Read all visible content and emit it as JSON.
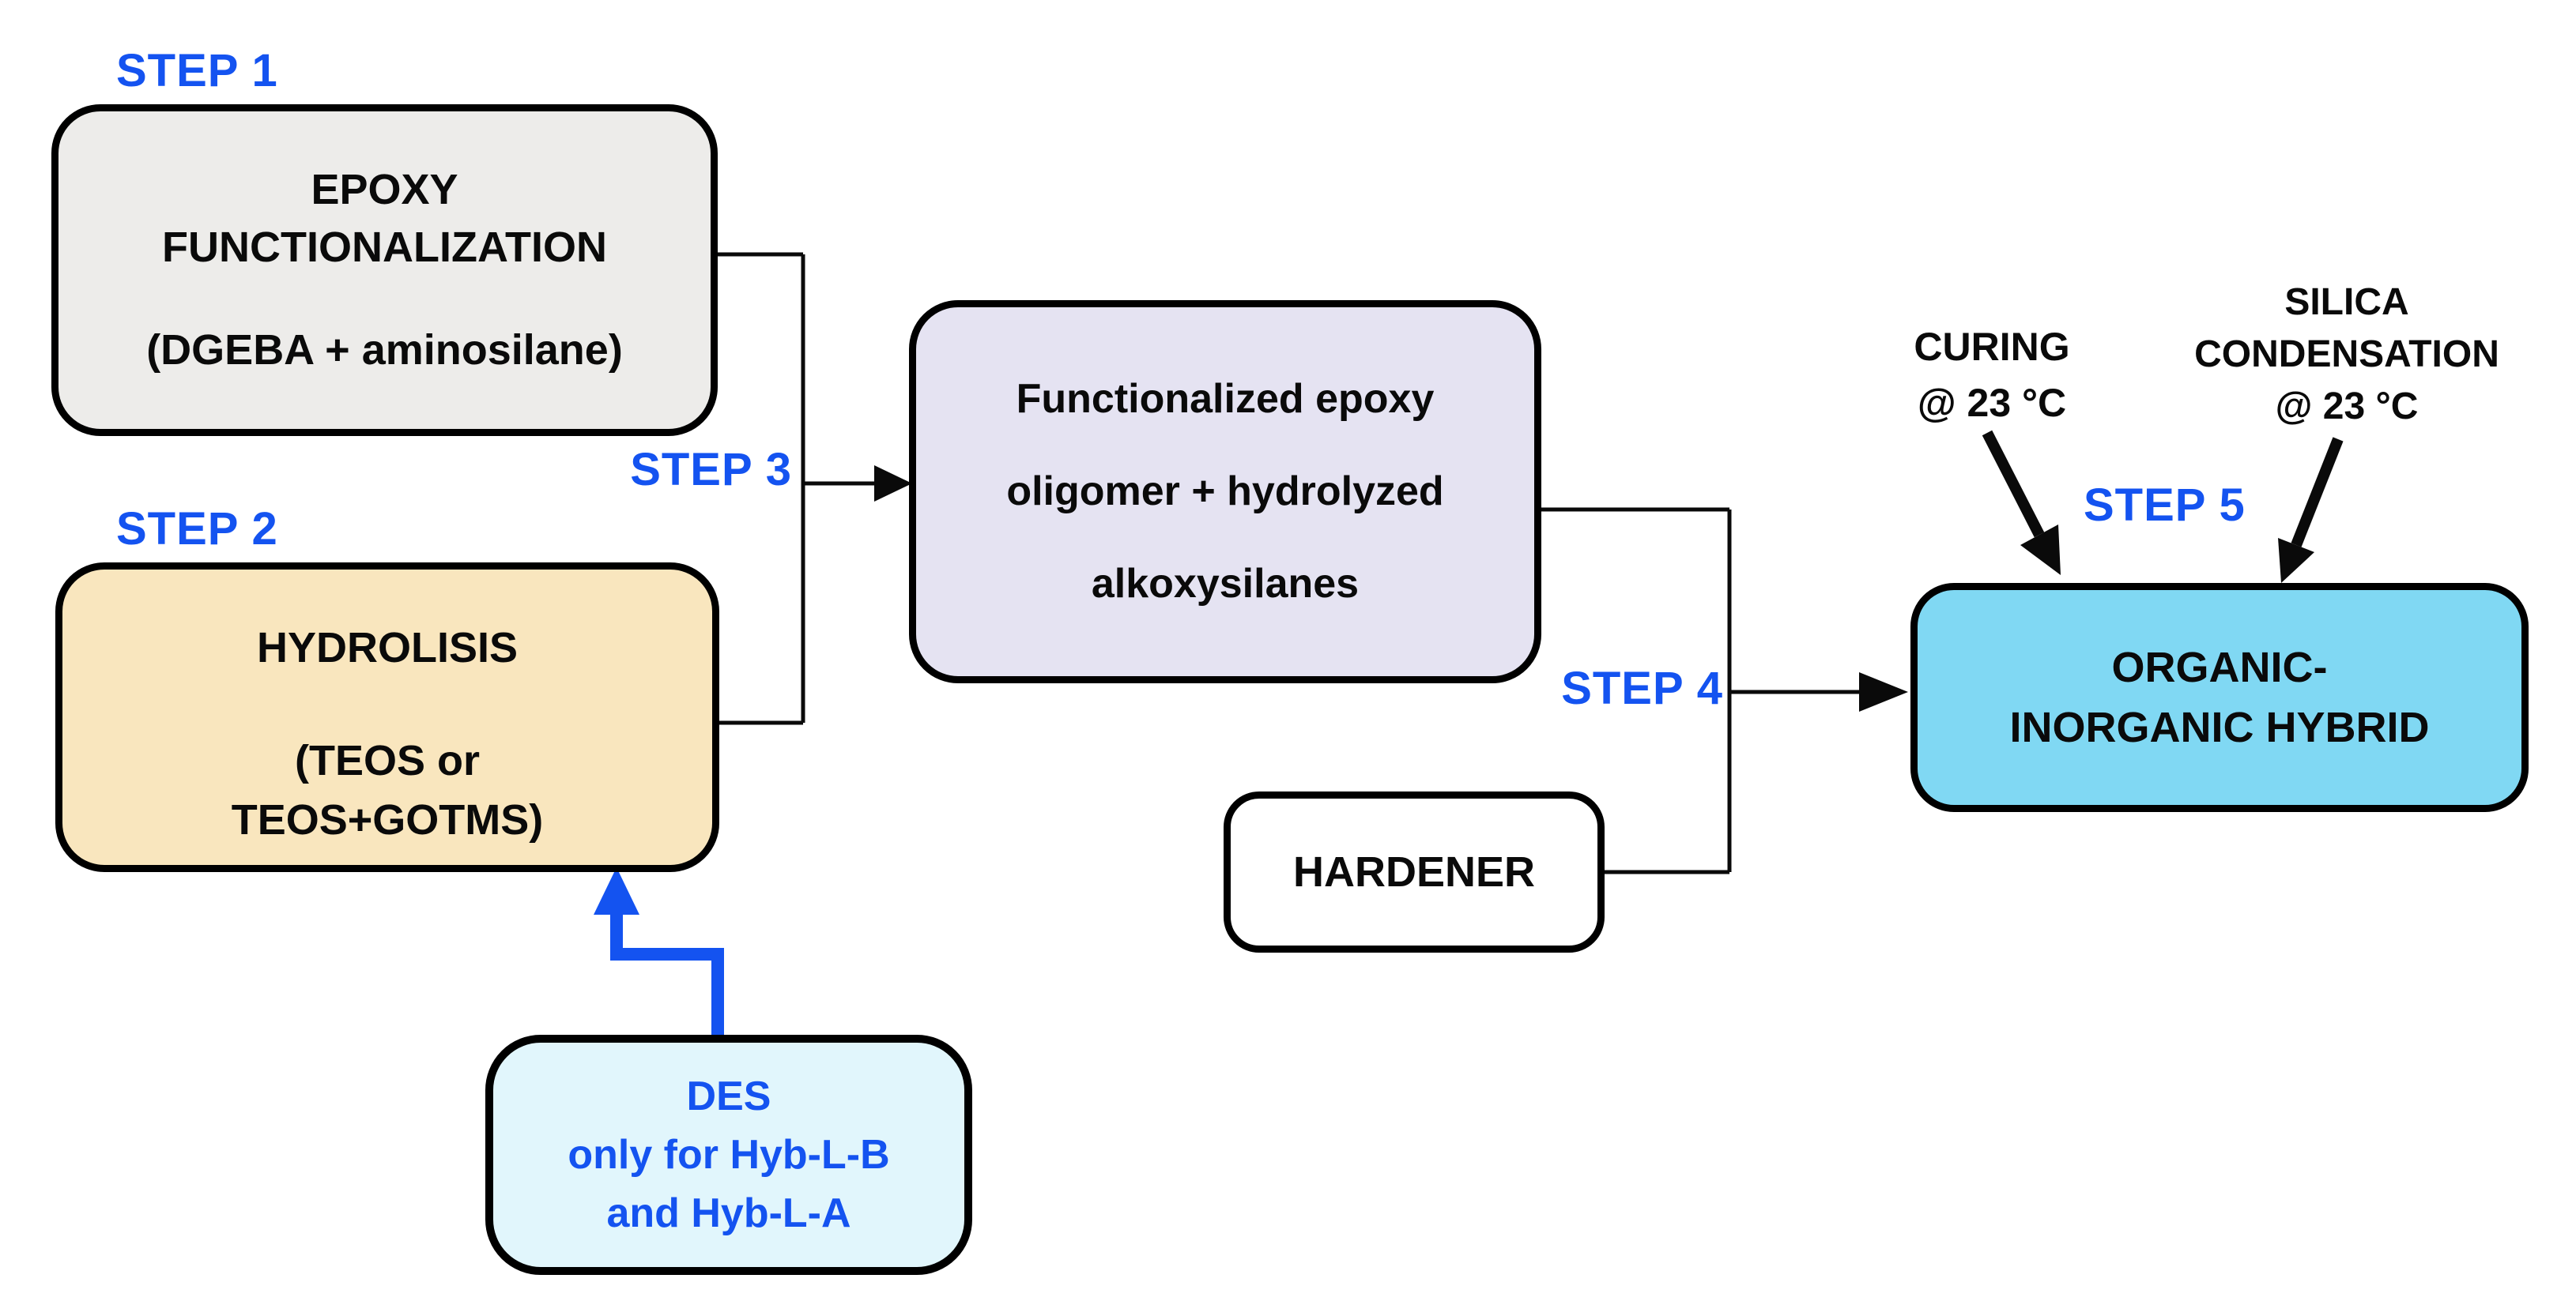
{
  "colors": {
    "background": "#FFFFFF",
    "line_black": "#0A0A0A",
    "step_blue": "#1453F0",
    "epoxy_fill": "#EDECEA",
    "hydrolisis_fill": "#F9E6BE",
    "oligomer_fill": "#E5E3F2",
    "hardener_fill": "#FFFFFF",
    "hybrid_fill": "#80D8F3",
    "des_fill": "#E1F6FC",
    "box_border": "#000000",
    "text_black": "#0A0A0A"
  },
  "step_labels": {
    "step1": "STEP 1",
    "step2": "STEP 2",
    "step3": "STEP 3",
    "step4": "STEP 4",
    "step5": "STEP 5"
  },
  "boxes": {
    "epoxy": {
      "lines": [
        "EPOXY",
        "FUNCTIONALIZATION",
        "(DGEBA + aminosilane)"
      ]
    },
    "hydrolisis": {
      "lines": [
        "HYDROLISIS",
        "(TEOS or",
        "TEOS+GOTMS)"
      ]
    },
    "oligomer": {
      "lines": [
        "Functionalized epoxy",
        "oligomer + hydrolyzed",
        "alkoxysilanes"
      ]
    },
    "hardener": {
      "lines": [
        "HARDENER"
      ]
    },
    "hybrid": {
      "lines": [
        "ORGANIC-",
        "INORGANIC HYBRID"
      ]
    },
    "des": {
      "lines": [
        "DES",
        "only for Hyb-L-B",
        "and Hyb-L-A"
      ]
    }
  },
  "annotations": {
    "curing": {
      "lines": [
        "CURING",
        "@ 23 °C"
      ]
    },
    "silica": {
      "lines": [
        "SILICA",
        "CONDENSATION",
        "@ 23 °C"
      ]
    }
  }
}
